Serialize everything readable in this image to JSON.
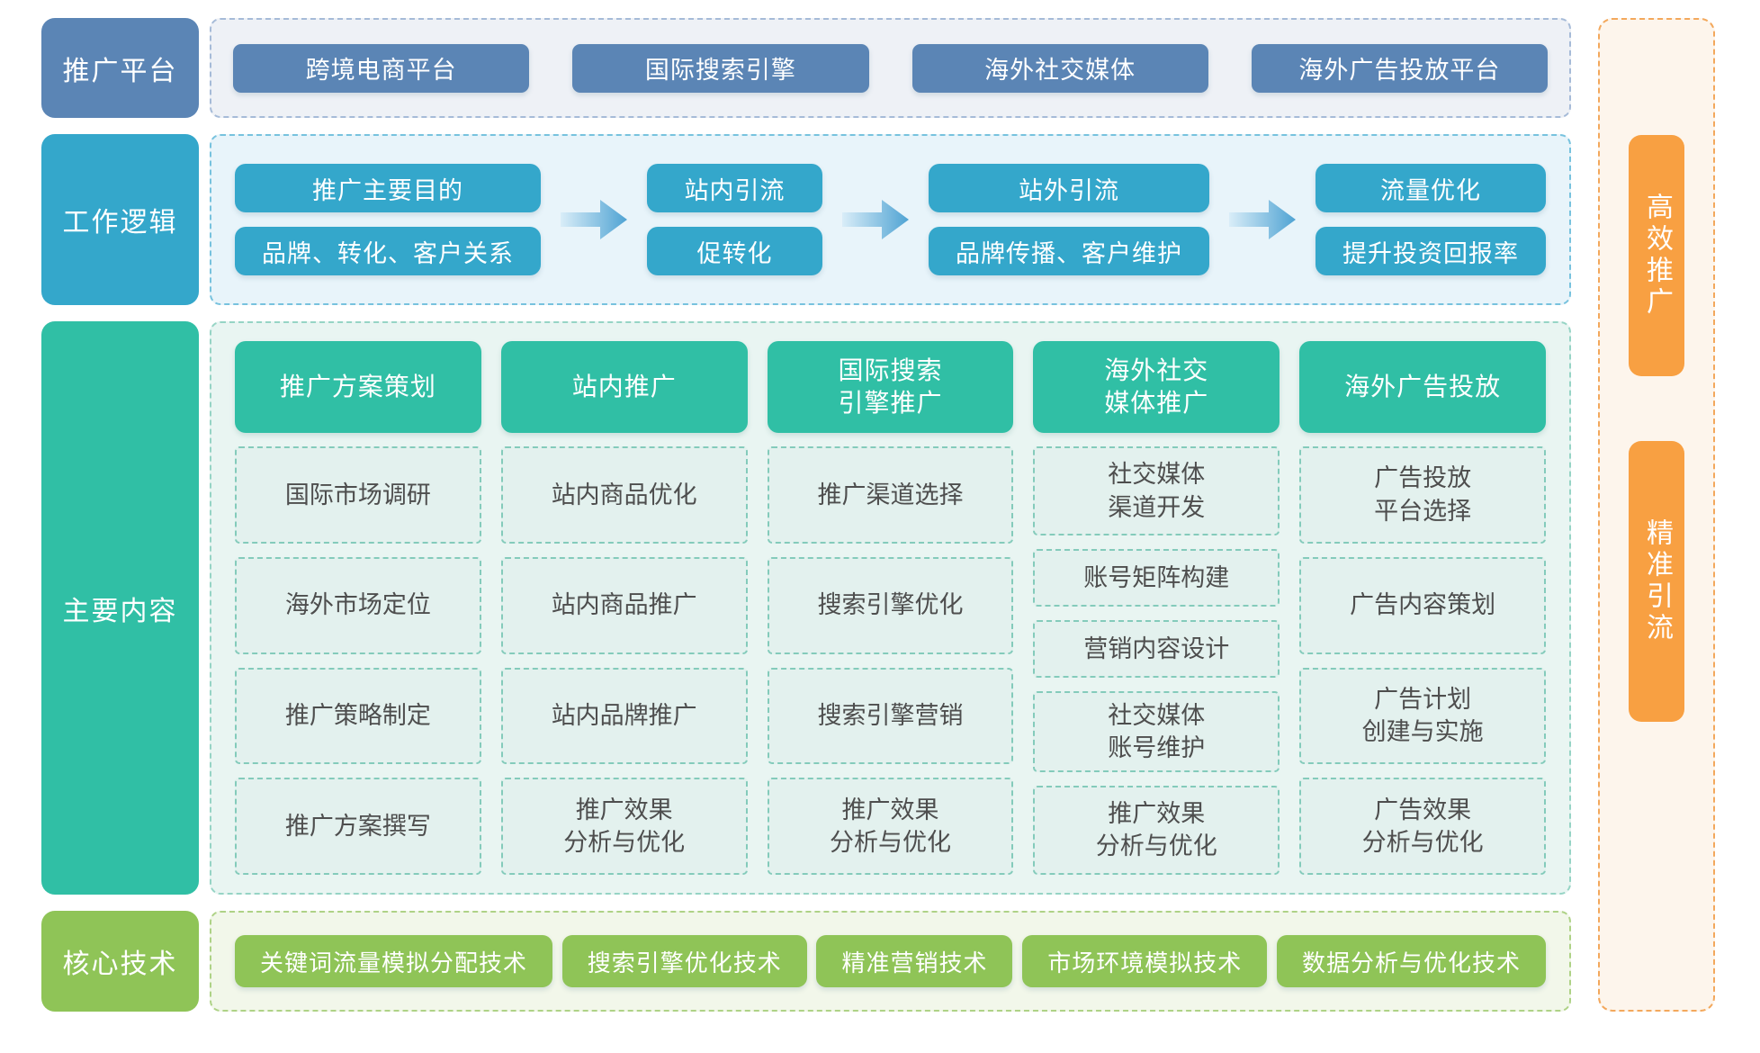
{
  "colors": {
    "platform_blue": "#5b85b5",
    "logic_cyan": "#34a7cb",
    "content_teal": "#30bfa5",
    "tech_green": "#8fc457",
    "accent_orange": "#f8a042",
    "cell_text": "#4e4e4e"
  },
  "rows": {
    "platform": {
      "header": "推广平台",
      "buttons": [
        "跨境电商平台",
        "国际搜索引擎",
        "海外社交媒体",
        "海外广告投放平台"
      ]
    },
    "logic": {
      "header": "工作逻辑",
      "steps": [
        {
          "top": "推广主要目的",
          "bottom": "品牌、转化、客户关系"
        },
        {
          "top": "站内引流",
          "bottom": "促转化"
        },
        {
          "top": "站外引流",
          "bottom": "品牌传播、客户维护"
        },
        {
          "top": "流量优化",
          "bottom": "提升投资回报率"
        }
      ]
    },
    "content": {
      "header": "主要内容",
      "columns": [
        {
          "title": "推广方案策划",
          "items": [
            "国际市场调研",
            "海外市场定位",
            "推广策略制定",
            "推广方案撰写"
          ]
        },
        {
          "title": "站内推广",
          "items": [
            "站内商品优化",
            "站内商品推广",
            "站内品牌推广",
            "推广效果\n分析与优化"
          ]
        },
        {
          "title": "国际搜索\n引擎推广",
          "items": [
            "推广渠道选择",
            "搜索引擎优化",
            "搜索引擎营销",
            "推广效果\n分析与优化"
          ]
        },
        {
          "title": "海外社交\n媒体推广",
          "items": [
            "社交媒体\n渠道开发",
            "账号矩阵构建",
            "营销内容设计",
            "社交媒体\n账号维护",
            "推广效果\n分析与优化"
          ]
        },
        {
          "title": "海外广告投放",
          "items": [
            "广告投放\n平台选择",
            "广告内容策划",
            "广告计划\n创建与实施",
            "广告效果\n分析与优化"
          ]
        }
      ]
    },
    "tech": {
      "header": "核心技术",
      "buttons": [
        "关键词流量模拟分配技术",
        "搜索引擎优化技术",
        "精准营销技术",
        "市场环境模拟技术",
        "数据分析与优化技术"
      ]
    }
  },
  "side_labels": [
    "高效推广",
    "精准引流"
  ]
}
